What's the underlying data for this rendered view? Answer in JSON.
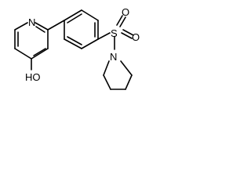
{
  "molecule": {
    "atoms": {
      "pyridine_n": "N",
      "hydroxyl": "HO",
      "sulfur": "S",
      "oxygen_top": "O",
      "oxygen_bottom": "O",
      "pyrrolidine_n": "N"
    }
  }
}
